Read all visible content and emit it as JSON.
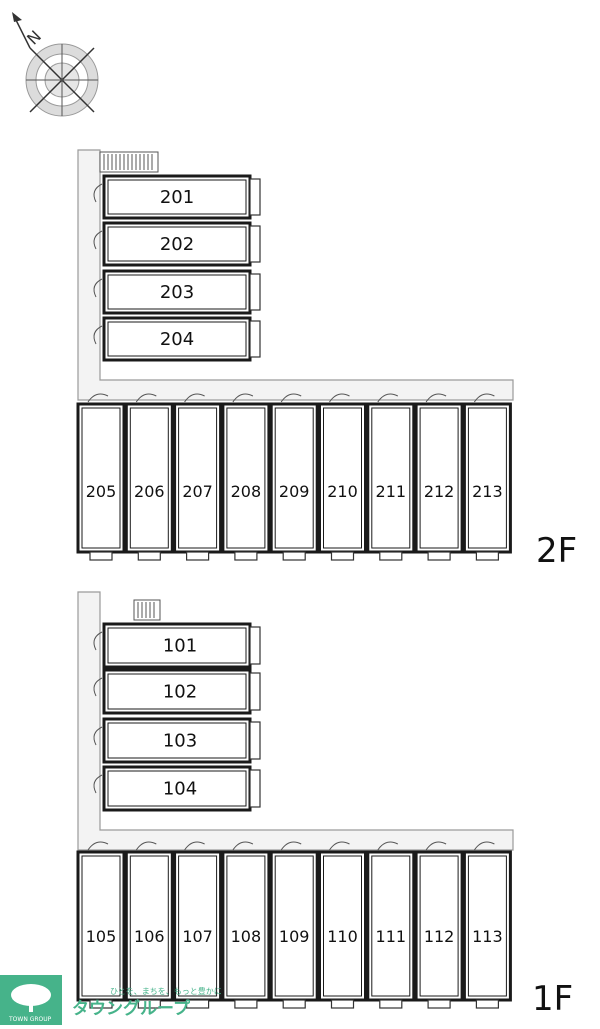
{
  "compass": {
    "north_label": "N"
  },
  "floors": [
    {
      "label": "2F",
      "horizontal_units": [
        "201",
        "202",
        "203",
        "204"
      ],
      "vertical_units": [
        "205",
        "206",
        "207",
        "208",
        "209",
        "210",
        "211",
        "212",
        "213"
      ]
    },
    {
      "label": "1F",
      "horizontal_units": [
        "101",
        "102",
        "103",
        "104"
      ],
      "vertical_units": [
        "105",
        "106",
        "107",
        "108",
        "109",
        "110",
        "111",
        "112",
        "113"
      ]
    }
  ],
  "logo": {
    "tagline": "ひとを、まちを、もっと豊かに",
    "name": "タウングループ",
    "english": "TOWN GROUP",
    "color": "#46b38a"
  }
}
